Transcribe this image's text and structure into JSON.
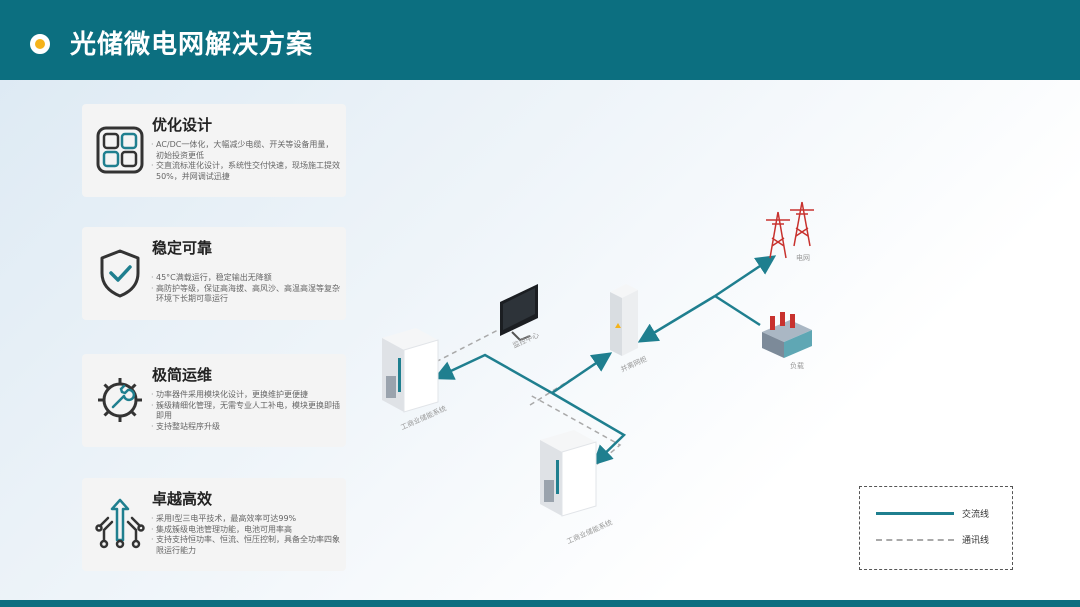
{
  "header": {
    "title": "光储微电网解决方案"
  },
  "cards": [
    {
      "title": "优化设计",
      "icon": "modules-grid-icon",
      "lines": [
        "AC/DC一体化，大幅减少电缆、开关等设备用量，初始投资更低",
        "交直流标准化设计，系统性交付快速，现场施工提效50%，并网调试迅捷"
      ]
    },
    {
      "title": "稳定可靠",
      "icon": "shield-check-icon",
      "lines": [
        "45°C满载运行，稳定输出无降额",
        "高防护等级，保证高海拔、高风沙、高温高湿等复杂环境下长期可靠运行"
      ]
    },
    {
      "title": "极简运维",
      "icon": "gear-wrench-icon",
      "lines": [
        "功率器件采用模块化设计，更换维护更便捷",
        "簇级精细化管理，无需专业人工补电，模块更换即插即用",
        "支持整站程序升级"
      ]
    },
    {
      "title": "卓越高效",
      "icon": "circuit-arrow-icon",
      "lines": [
        "采用I型三电平技术，最高效率可达99%",
        "集成簇级电池管理功能，电池可用率高",
        "支持支持恒功率、恒流、恒压控制，具备全功率四象限运行能力"
      ]
    }
  ],
  "diagram": {
    "labels": {
      "grid": "电网",
      "load": "负载",
      "monitor": "监控中心",
      "grid_cabinet": "并离网柜",
      "storage_a": "工商业储能系统",
      "storage_b": "工商业储能系统"
    }
  },
  "legend": {
    "ac": "交流线",
    "comm": "通讯线"
  },
  "colors": {
    "primary": "#0c6f80",
    "accent": "#f5b31b",
    "ac_line": "#1f7f8f",
    "comm_line": "#a9a9a9"
  }
}
